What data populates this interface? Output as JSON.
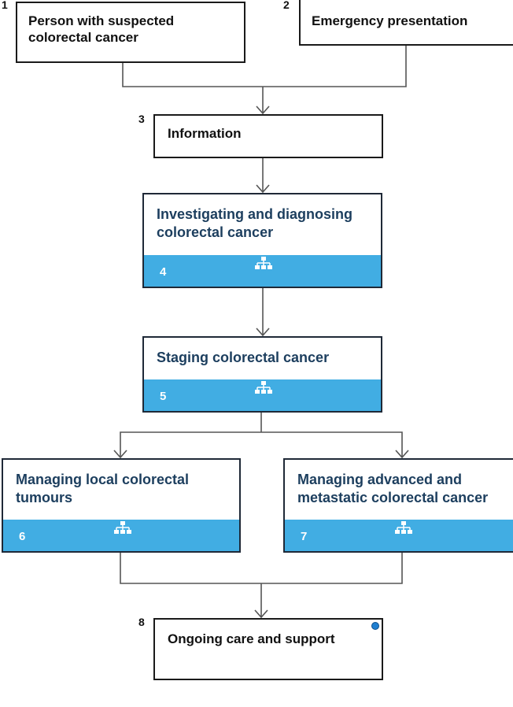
{
  "nodes": [
    {
      "id": "1",
      "label": "Person with suspected colorectal cancer"
    },
    {
      "id": "2",
      "label": "Emergency presentation"
    },
    {
      "id": "3",
      "label": "Information"
    },
    {
      "id": "4",
      "label": "Investigating and diagnosing colorectal cancer"
    },
    {
      "id": "5",
      "label": "Staging colorectal cancer"
    },
    {
      "id": "6",
      "label": "Managing local colorectal tumours"
    },
    {
      "id": "7",
      "label": "Managing advanced and metastatic colorectal cancer"
    },
    {
      "id": "8",
      "label": "Ongoing care and support"
    }
  ],
  "icons": {
    "pathway": "pathway-tree-icon",
    "link": "link-dot-icon"
  },
  "colors": {
    "band": "#41ade3",
    "title": "#1c3e5e",
    "line": "#555555"
  }
}
